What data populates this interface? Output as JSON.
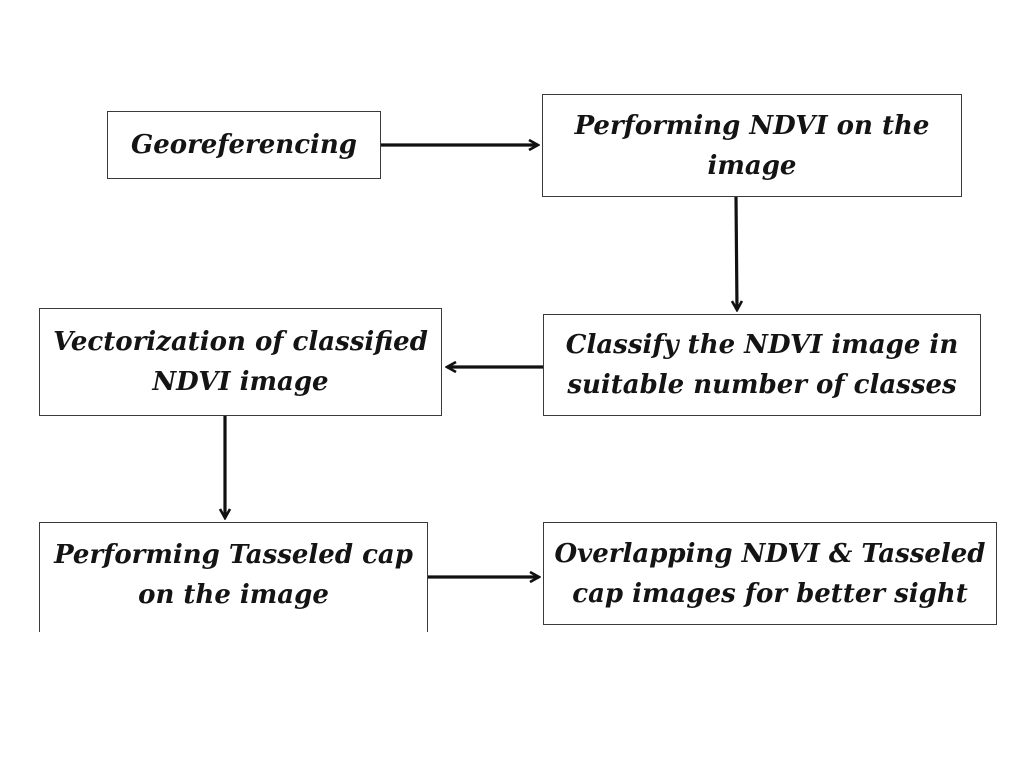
{
  "nodes": {
    "georeferencing": {
      "lines": [
        "Georeferencing"
      ]
    },
    "ndvi": {
      "lines": [
        "Performing NDVI on the",
        "image"
      ]
    },
    "classify": {
      "lines": [
        "Classify the NDVI image in",
        "suitable number of classes"
      ]
    },
    "vectorization": {
      "lines": [
        "Vectorization of classified",
        "NDVI image"
      ]
    },
    "tasseled": {
      "lines": [
        "Performing Tasseled cap",
        "on the image"
      ]
    },
    "overlap": {
      "lines": [
        "Overlapping NDVI & Tasseled",
        "cap images for better sight"
      ]
    }
  },
  "edges": [
    {
      "from": "georeferencing",
      "to": "ndvi",
      "direction": "right"
    },
    {
      "from": "ndvi",
      "to": "classify",
      "direction": "down"
    },
    {
      "from": "classify",
      "to": "vectorization",
      "direction": "left"
    },
    {
      "from": "vectorization",
      "to": "tasseled",
      "direction": "down"
    },
    {
      "from": "tasseled",
      "to": "overlap",
      "direction": "right"
    }
  ],
  "colors": {
    "border": "#3a3a3a",
    "text": "#141414",
    "arrow": "#111111",
    "background": "#ffffff"
  }
}
